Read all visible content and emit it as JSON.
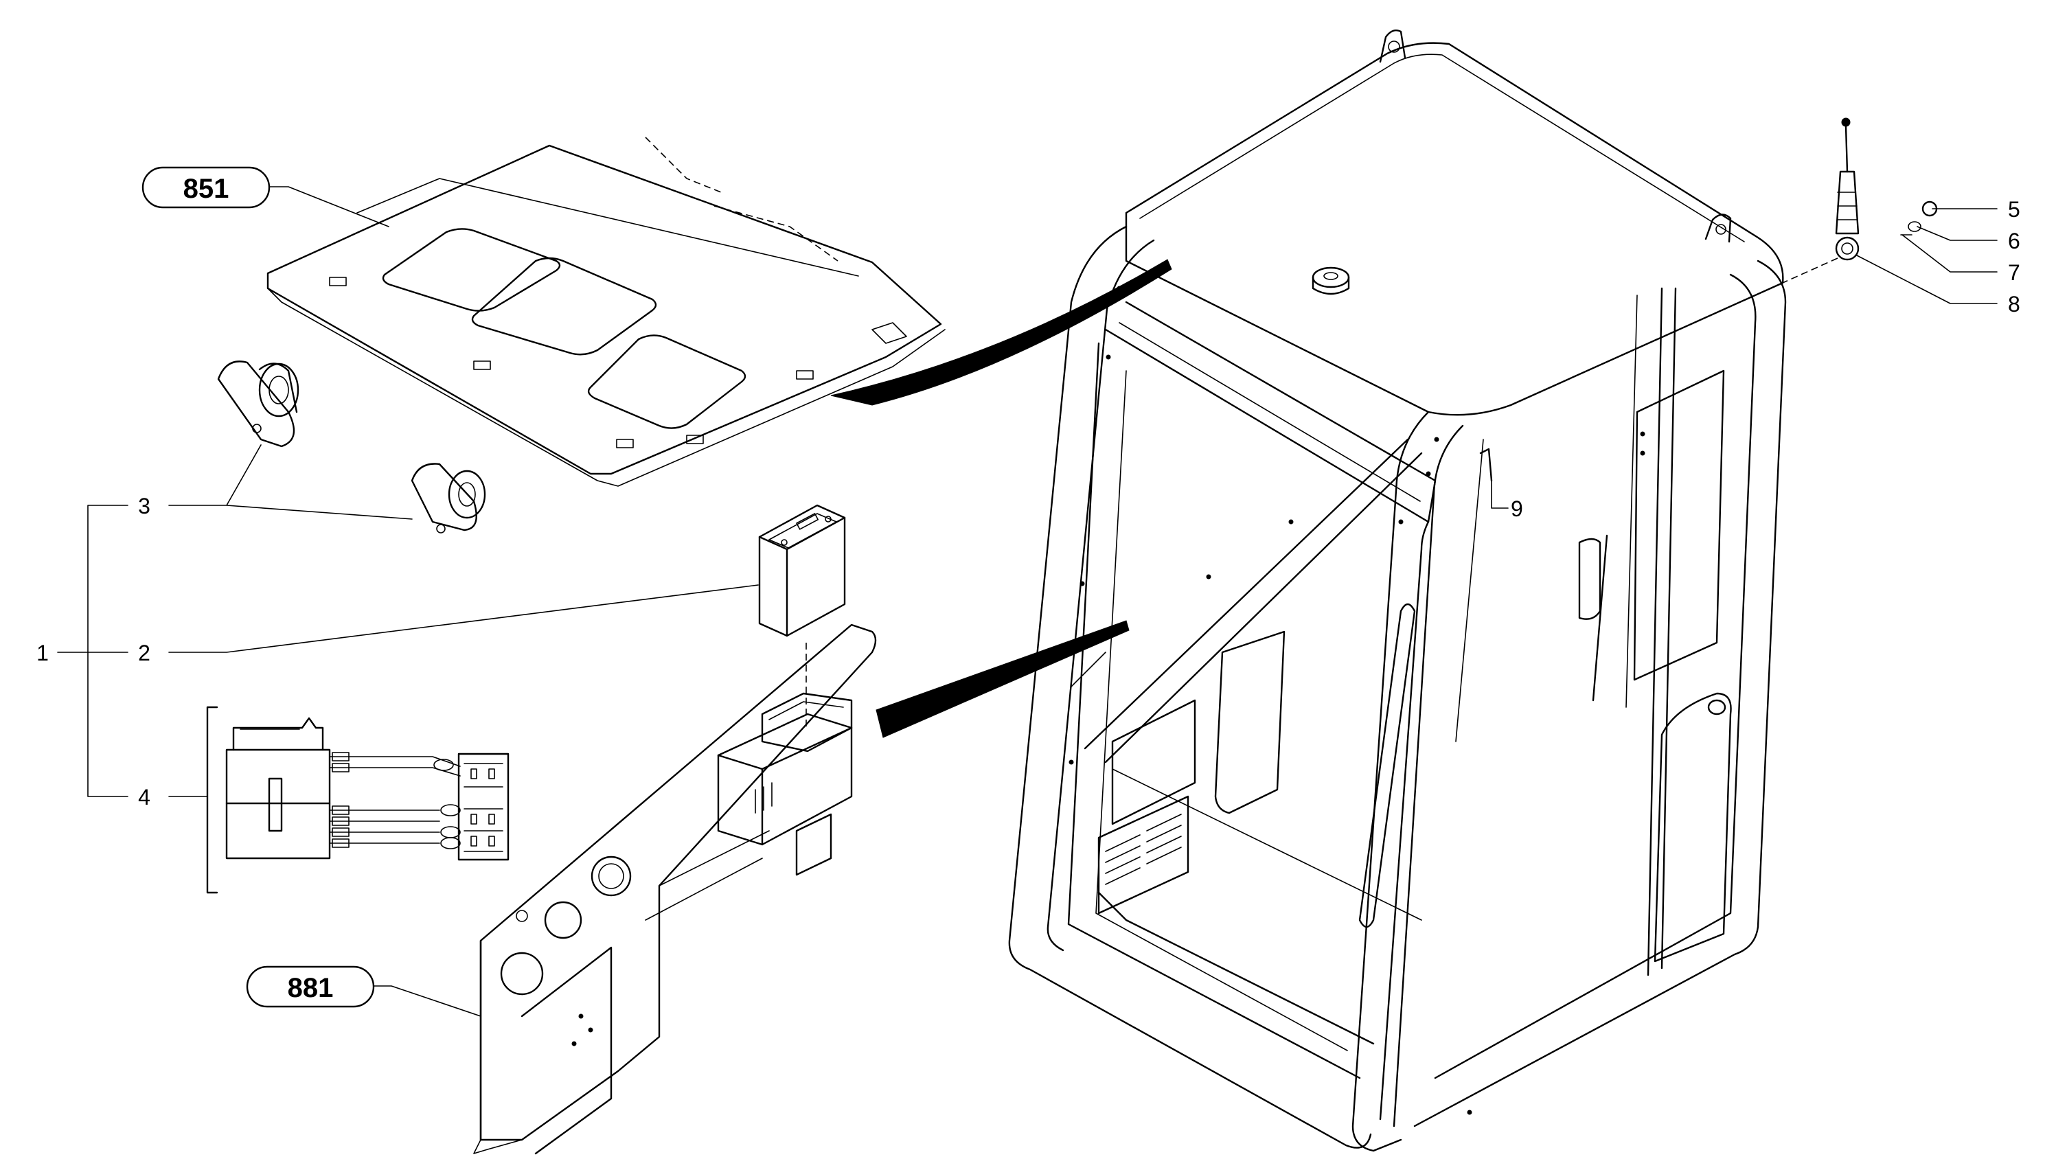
{
  "callouts": {
    "c1": "1",
    "c2": "2",
    "c3": "3",
    "c4": "4",
    "c5": "5",
    "c6": "6",
    "c7": "7",
    "c8": "8",
    "c9": "9"
  },
  "badges": {
    "roof_panel": "851",
    "side_console": "881"
  }
}
